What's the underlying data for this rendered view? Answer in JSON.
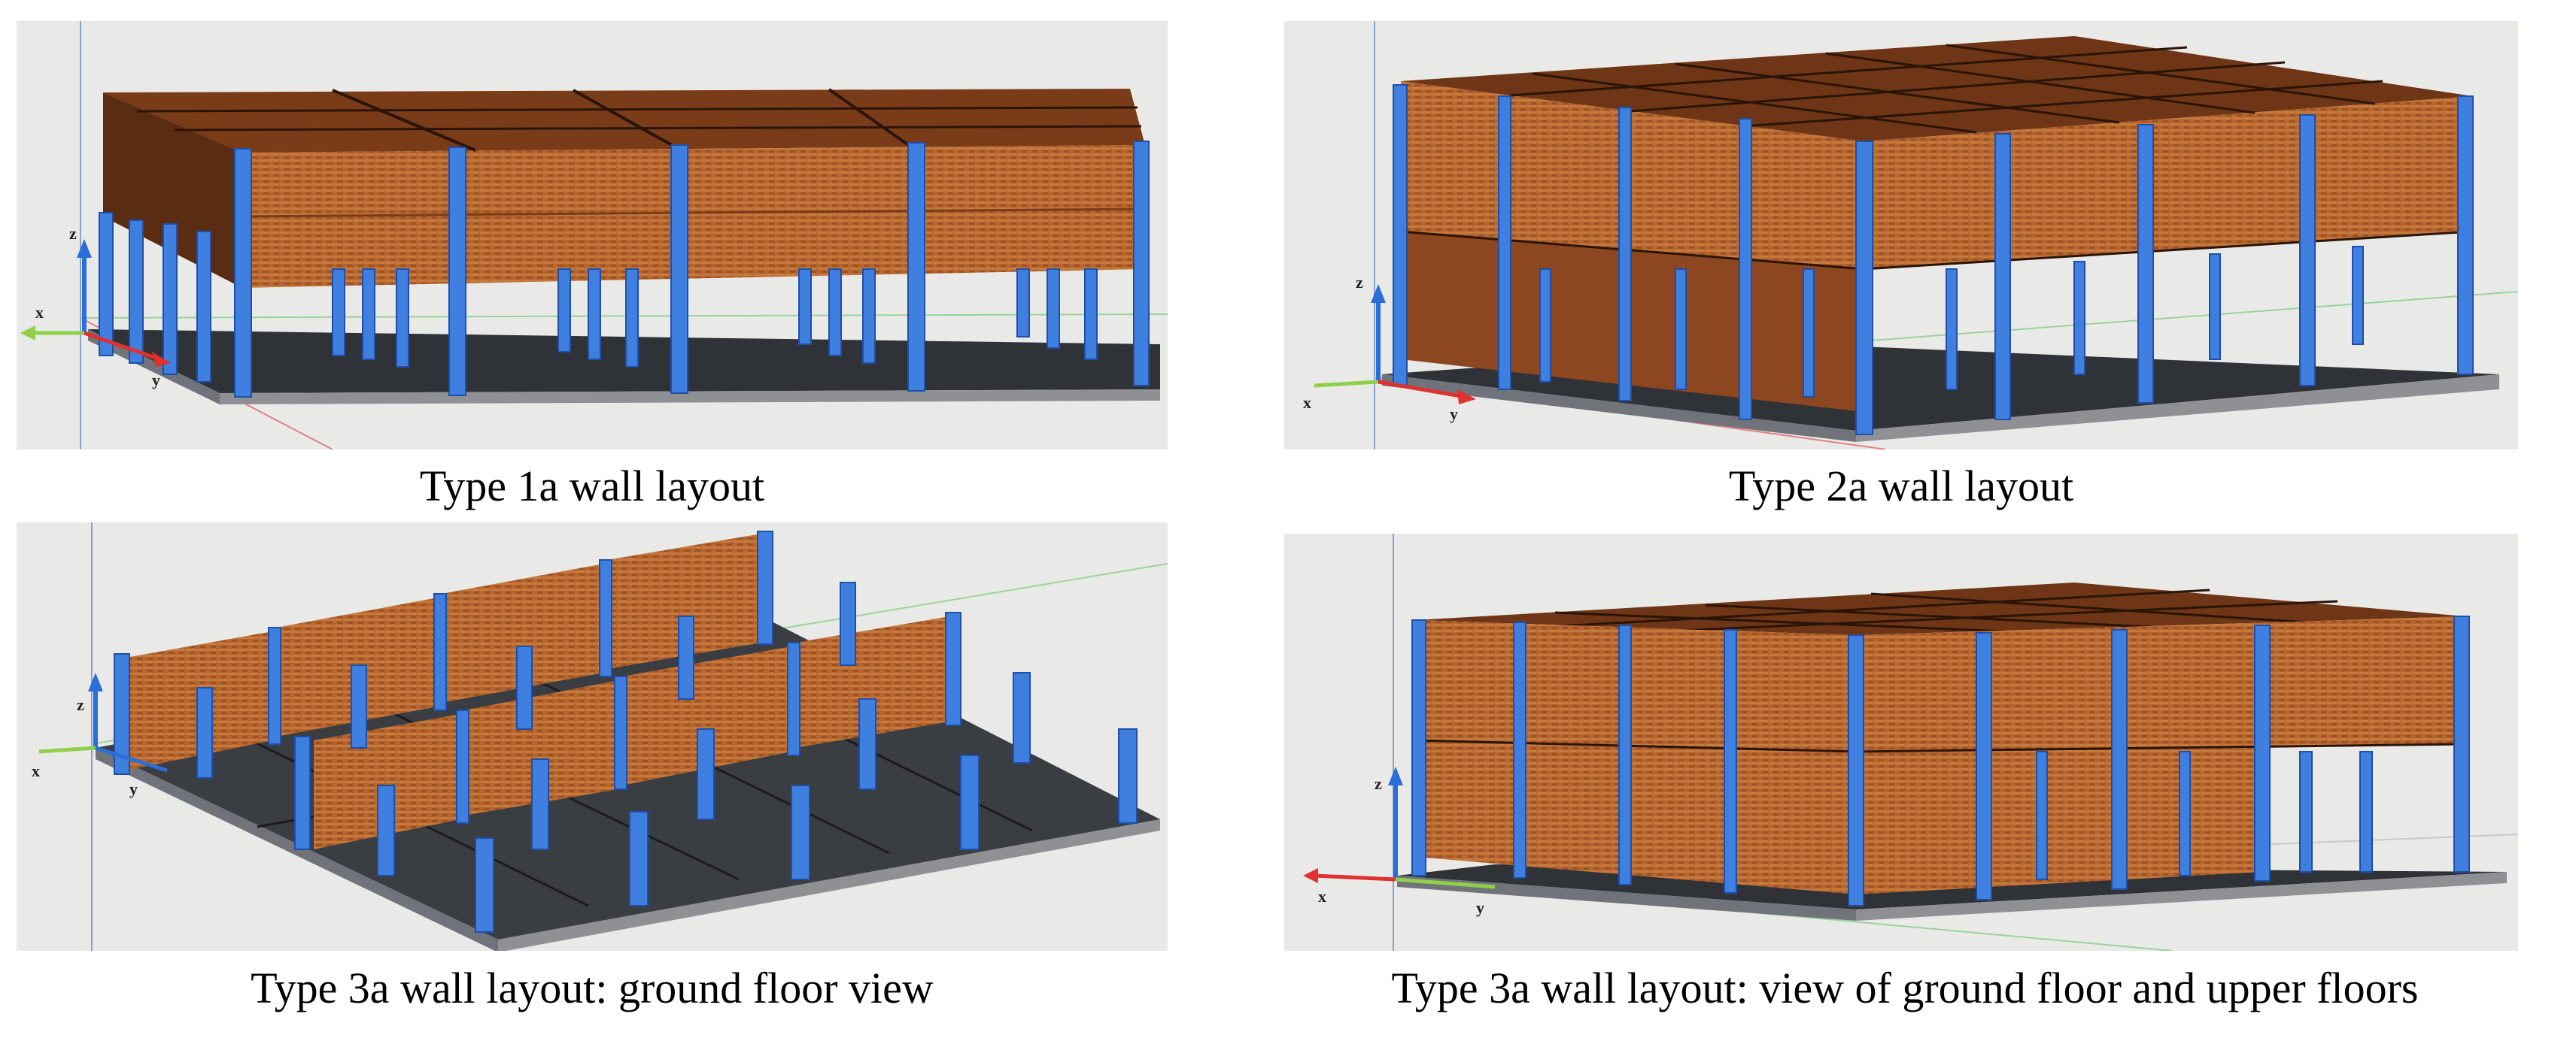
{
  "panels": [
    {
      "caption": "Type 1a wall layout",
      "axes": {
        "x": "x",
        "y": "y",
        "z": "z"
      }
    },
    {
      "caption": "Type 2a wall layout",
      "axes": {
        "x": "x",
        "y": "y",
        "z": "z"
      }
    },
    {
      "caption": "Type 3a wall layout: ground floor view",
      "axes": {
        "x": "x",
        "y": "y",
        "z": "z"
      }
    },
    {
      "caption": "Type 3a wall layout: view of ground floor and upper floors",
      "axes": {
        "x": "x",
        "y": "y",
        "z": "z"
      }
    }
  ],
  "colors": {
    "brick": "#b5652e",
    "brick_dark": "#7a3c18",
    "column": "#3f7fe0",
    "column_dark": "#1f4fa8",
    "slab": "#2f3236",
    "slab_edge": "#8e9094",
    "background": "#e9eae7",
    "axis_red": "#e03030",
    "axis_green": "#3aa845",
    "axis_blue": "#2a6fd8"
  }
}
